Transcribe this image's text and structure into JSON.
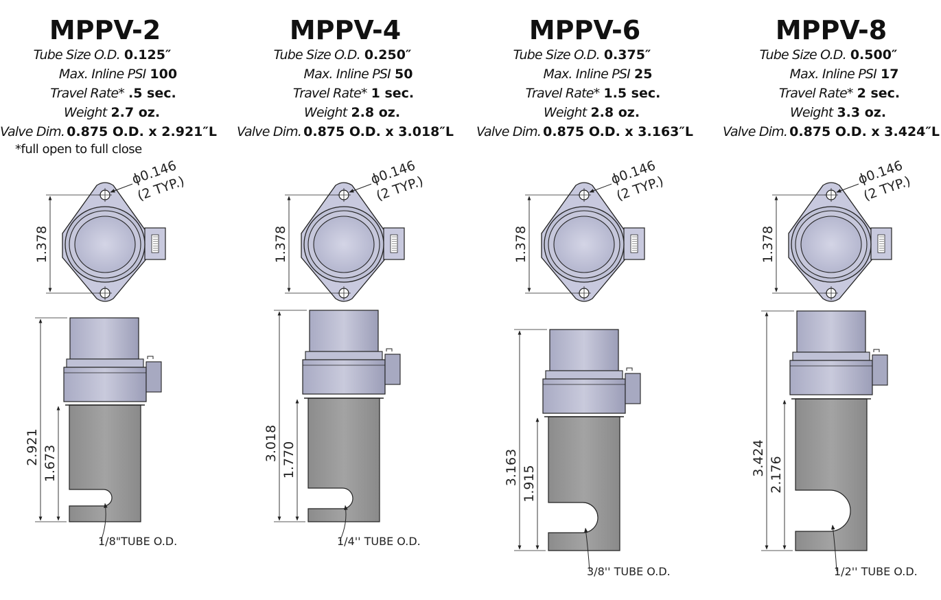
{
  "footnote": "*full open to full close",
  "models": [
    {
      "title": "MPPV-2",
      "specs": [
        {
          "label": "Tube Size O.D.",
          "value": "0.125″"
        },
        {
          "label": "Max. Inline PSI",
          "value": "100"
        },
        {
          "label": "Travel Rate*",
          "value": ".5 sec."
        },
        {
          "label": "Weight",
          "value": "2.7 oz."
        },
        {
          "label": "Valve Dim.",
          "value": "0.875 O.D. x 2.921″L"
        }
      ],
      "hole_note": "ϕ0.146",
      "hole_typ": "(2 TYP.)",
      "height_dim": "1.378",
      "overall_dim": "2.921",
      "slot_dim": "1.673",
      "tube_callout": "1/8\"TUBE O.D."
    },
    {
      "title": "MPPV-4",
      "specs": [
        {
          "label": "Tube Size O.D.",
          "value": "0.250″"
        },
        {
          "label": "Max. Inline PSI",
          "value": "50"
        },
        {
          "label": "Travel Rate*",
          "value": "1 sec."
        },
        {
          "label": "Weight",
          "value": "2.8 oz."
        },
        {
          "label": "Valve Dim.",
          "value": "0.875 O.D. x 3.018″L"
        }
      ],
      "hole_note": "ϕ0.146",
      "hole_typ": "(2 TYP.)",
      "height_dim": "1.378",
      "overall_dim": "3.018",
      "slot_dim": "1.770",
      "tube_callout": "1/4'' TUBE O.D."
    },
    {
      "title": "MPPV-6",
      "specs": [
        {
          "label": "Tube Size O.D.",
          "value": "0.375″"
        },
        {
          "label": "Max. Inline PSI",
          "value": "25"
        },
        {
          "label": "Travel Rate*",
          "value": "1.5 sec."
        },
        {
          "label": "Weight",
          "value": "2.8 oz."
        },
        {
          "label": "Valve Dim.",
          "value": "0.875 O.D. x 3.163″L"
        }
      ],
      "hole_note": "ϕ0.146",
      "hole_typ": "(2 TYP.)",
      "height_dim": "1.378",
      "overall_dim": "3.163",
      "slot_dim": "1.915",
      "tube_callout": "3/8'' TUBE O.D."
    },
    {
      "title": "MPPV-8",
      "specs": [
        {
          "label": "Tube Size O.D.",
          "value": "0.500″"
        },
        {
          "label": "Max. Inline PSI",
          "value": "17"
        },
        {
          "label": "Travel Rate*",
          "value": "2 sec."
        },
        {
          "label": "Weight",
          "value": "3.3 oz."
        },
        {
          "label": "Valve Dim.",
          "value": "0.875 O.D. x 3.424″L"
        }
      ],
      "hole_note": "ϕ0.146",
      "hole_typ": "(2 TYP.)",
      "height_dim": "1.378",
      "overall_dim": "3.424",
      "slot_dim": "2.176",
      "tube_callout": "1/2'' TUBE O.D."
    }
  ]
}
